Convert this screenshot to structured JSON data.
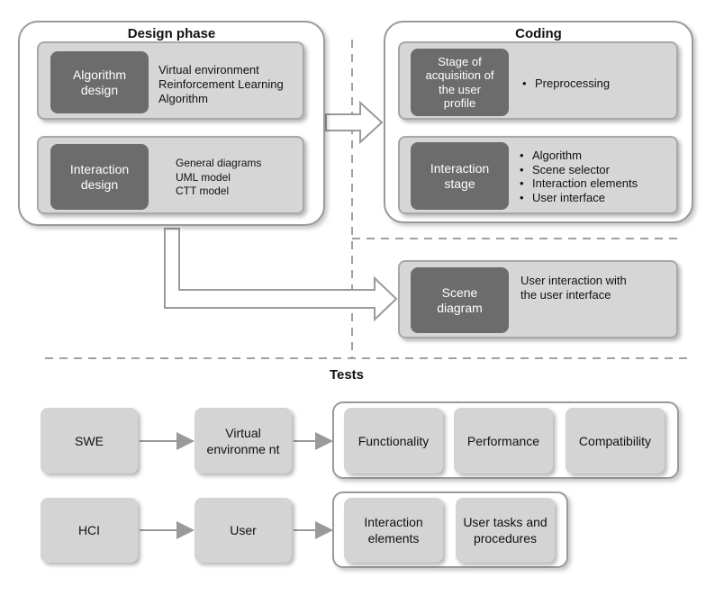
{
  "design_phase": {
    "title": "Design phase",
    "algorithm": {
      "label": "Algorithm\ndesign",
      "details": "Virtual environment\nReinforcement Learning\nAlgorithm"
    },
    "interaction": {
      "label": "Interaction\ndesign",
      "details": "General diagrams\nUML model\nCTT model"
    }
  },
  "coding": {
    "title": "Coding",
    "acquisition": {
      "label": "Stage of\nacquisition of\nthe user\nprofile",
      "items": [
        "Preprocessing"
      ]
    },
    "interaction_stage": {
      "label": "Interaction\nstage",
      "items": [
        "Algorithm",
        "Scene selector",
        "Interaction elements",
        "User interface"
      ]
    }
  },
  "scene": {
    "label": "Scene\ndiagram",
    "details": "User interaction with\nthe user interface"
  },
  "tests": {
    "title": "Tests",
    "swe_row": {
      "source": "SWE",
      "target": "Virtual\nenvironme nt",
      "outcomes": [
        "Functionality",
        "Performance",
        "Compatibility"
      ]
    },
    "hci_row": {
      "source": "HCI",
      "target": "User",
      "outcomes": [
        "Interaction\nelements",
        "User tasks and\nprocedures"
      ]
    }
  },
  "colors": {
    "frame_border": "#9a9a9a",
    "panel_fill": "#d6d6d6",
    "dark_box": "#6c6c6c",
    "dashed_line": "#a0a0a0"
  }
}
